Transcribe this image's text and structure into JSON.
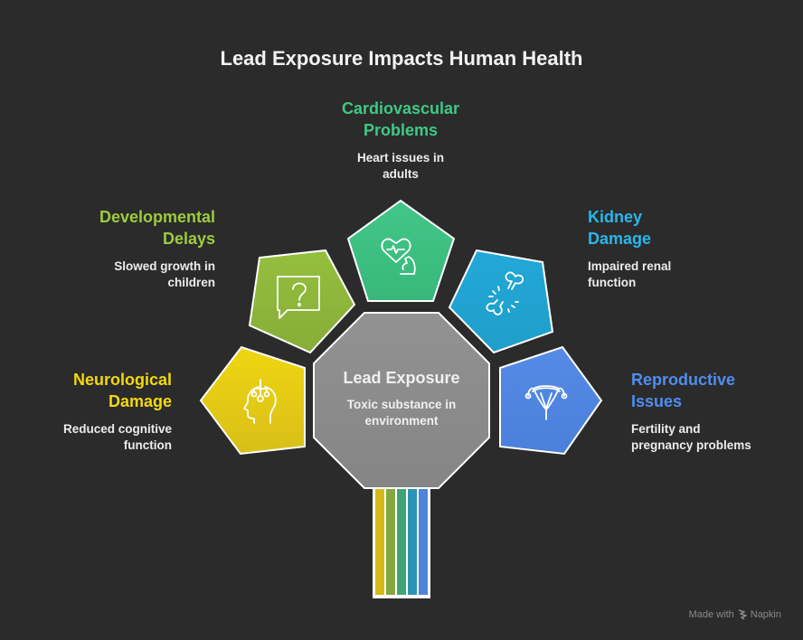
{
  "title": "Lead Exposure Impacts Human Health",
  "center": {
    "title": "Lead Exposure",
    "description_line1": "Toxic substance in",
    "description_line2": "environment",
    "color": "#8c8c8c"
  },
  "items": [
    {
      "id": "cardiovascular",
      "title_line1": "Cardiovascular",
      "title_line2": "Problems",
      "desc_line1": "Heart issues in",
      "desc_line2": "adults",
      "color": "#3dbf82",
      "icon": "heart-muscle-icon"
    },
    {
      "id": "developmental",
      "title_line1": "Developmental",
      "title_line2": "Delays",
      "desc_line1": "Slowed growth in",
      "desc_line2": "children",
      "color": "#8fba3a",
      "icon": "question-bubble-icon"
    },
    {
      "id": "kidney",
      "title_line1": "Kidney",
      "title_line2": "Damage",
      "desc_line1": "Impaired renal",
      "desc_line2": "function",
      "color": "#22a6d4",
      "icon": "broken-bone-icon"
    },
    {
      "id": "neurological",
      "title_line1": "Neurological",
      "title_line2": "Damage",
      "desc_line1": "Reduced cognitive",
      "desc_line2": "function",
      "color": "#e6cf12",
      "icon": "head-circuit-icon"
    },
    {
      "id": "reproductive",
      "title_line1": "Reproductive",
      "title_line2": "Issues",
      "desc_line1": "Fertility and",
      "desc_line2": "pregnancy problems",
      "color": "#4f86e0",
      "icon": "uterus-icon"
    }
  ],
  "title_colors": {
    "cardiovascular": "#3ec985",
    "developmental": "#9ccc3c",
    "kidney": "#29b6ec",
    "neurological": "#f2d80f",
    "reproductive": "#4f8df0"
  },
  "stem_colors": [
    "#d4bb18",
    "#86a63e",
    "#3fa475",
    "#2b93b3",
    "#4f84d8"
  ],
  "footer": {
    "made_with": "Made with",
    "brand": "Napkin"
  }
}
